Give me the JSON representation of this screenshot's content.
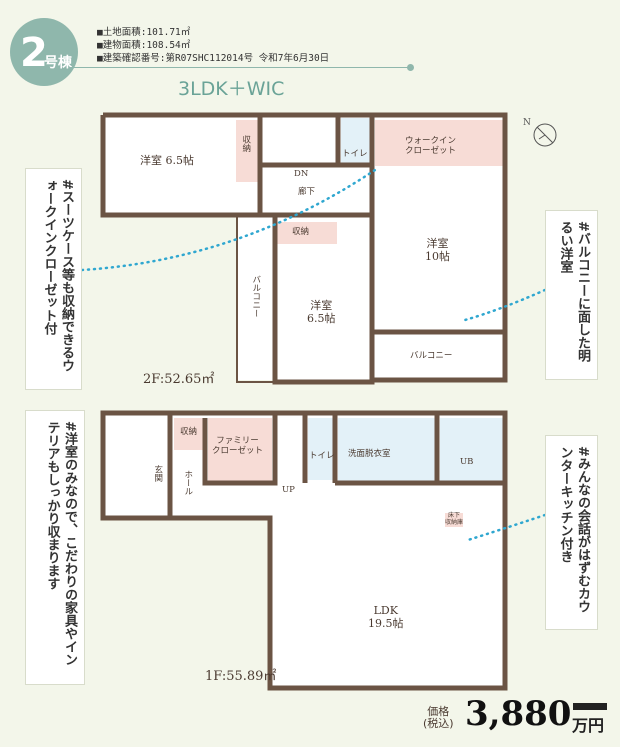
{
  "header": {
    "building_number": "2",
    "building_suffix": "号棟",
    "land_area": "■土地面積:101.71㎡",
    "building_area": "■建物面積:108.54㎡",
    "confirmation": "■建築確認番号:第R07SHC112014号 令和7年6月30日",
    "plan_type": "3LDK＋WIC"
  },
  "floor2": {
    "label": "2F:52.65㎡",
    "rooms": {
      "west_bedroom": "洋室\n6.5帖",
      "storage1": "収納",
      "stairs": "DN",
      "hall": "廊下",
      "toilet": "トイレ",
      "wic": "ウォークイン\nクローゼット",
      "main_bedroom": "洋室\n10帖",
      "storage2": "収納",
      "bedroom3": "洋室\n6.5帖",
      "balcony_side": "バルコニー",
      "balcony_front": "バルコニー"
    }
  },
  "floor1": {
    "label": "1F:55.89㎡",
    "rooms": {
      "entrance": "玄関",
      "storage": "収納",
      "family_closet": "ファミリー\nクローゼット",
      "hall": "ホール",
      "stairs": "UP",
      "toilet": "トイレ",
      "washroom": "洗面脱衣室",
      "bath": "UB",
      "underfloor": "床下\n収納庫",
      "ldk": "LDK\n19.5帖"
    }
  },
  "callouts": [
    "#スーツケース等も収納できるウォークインクローゼット付",
    "#洋室のみなので、こだわりの家具やインテリアもしっかり収まります",
    "#バルコニーに面した明るい洋室",
    "#みんなの会話がはずむカウンターキッチン付き"
  ],
  "price": {
    "label": "価格\n(税込)",
    "value": "3,880",
    "unit": "万円"
  },
  "colors": {
    "accent": "#8fb7ac",
    "wall": "#6b5444",
    "closet": "#f7dcd6",
    "wet": "#e3f1f8",
    "callout_line": "#2fa7d0"
  },
  "icons": [
    "compass-north-icon"
  ]
}
